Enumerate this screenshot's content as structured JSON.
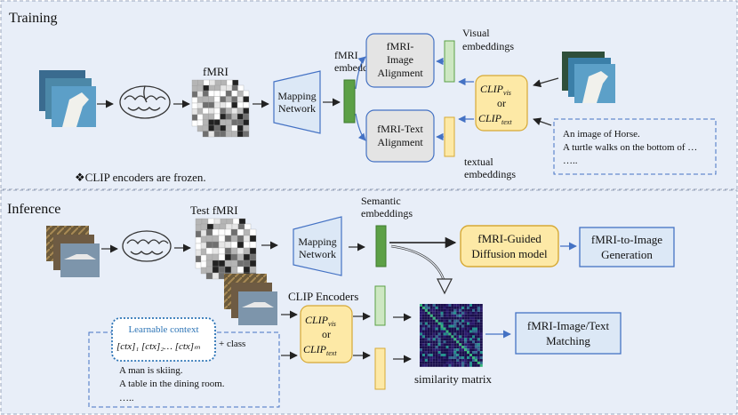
{
  "training": {
    "section_label": "Training",
    "fmri_label": "fMRI",
    "mapping_network": [
      "Mapping",
      "Network"
    ],
    "fmri_embeddings": [
      "fMRI",
      "embeddings"
    ],
    "image_alignment": [
      "fMRI-",
      "Image",
      "Alignment"
    ],
    "text_alignment": [
      "fMRI-Text",
      "Alignment"
    ],
    "visual_embeddings": [
      "Visual",
      "embeddings"
    ],
    "textual_embeddings": [
      "textual",
      "embeddings"
    ],
    "clip_vis": "CLIP",
    "clip_vis_sub": "vis",
    "or": "or",
    "clip_text": "CLIP",
    "clip_text_sub": "text",
    "captions": [
      "An image of Horse.",
      "A turtle walks on the bottom of …",
      "….."
    ],
    "note": "❖CLIP encoders are frozen."
  },
  "inference": {
    "section_label": "Inference",
    "test_fmri_label": "Test fMRI",
    "mapping_network": [
      "Mapping",
      "Network"
    ],
    "semantic_embeddings": [
      "Semantic",
      "embeddings"
    ],
    "guided_diffusion": [
      "fMRI-Guided",
      "Diffusion model"
    ],
    "generation": [
      "fMRI-to-Image",
      "Generation"
    ],
    "clip_encoders_label": "CLIP  Encoders",
    "clip_vis": "CLIP",
    "clip_vis_sub": "vis",
    "or": "or",
    "clip_text": "CLIP",
    "clip_text_sub": "text",
    "learnable_context": "Learnable context",
    "context_tokens": "[ctx]₁ [ctx]₂… [ctx]ₘ",
    "plus_class": "+ class",
    "captions": [
      "A man is skiing.",
      "A table in the dining room.",
      "….."
    ],
    "similarity_label": "similarity matrix",
    "matching": [
      "fMRI-Image/Text",
      "Matching"
    ]
  },
  "colors": {
    "panel_fill": "#e8eef8",
    "panel_border": "#9aa6bd",
    "clip_fill": "#fde9a6",
    "clip_border": "#d6a935",
    "green": "#5ca046",
    "light_green": "#cde7c2",
    "yellow_bar": "#fde9a6",
    "blue_box": "#dce8f6",
    "blue_border": "#4472c4",
    "orange_fill": "#fde9a6",
    "orange_border": "#d6a935",
    "gray_box": "#e4e4e4",
    "learnable_border": "#2e75b6",
    "arrow_blue": "#4472c4"
  }
}
